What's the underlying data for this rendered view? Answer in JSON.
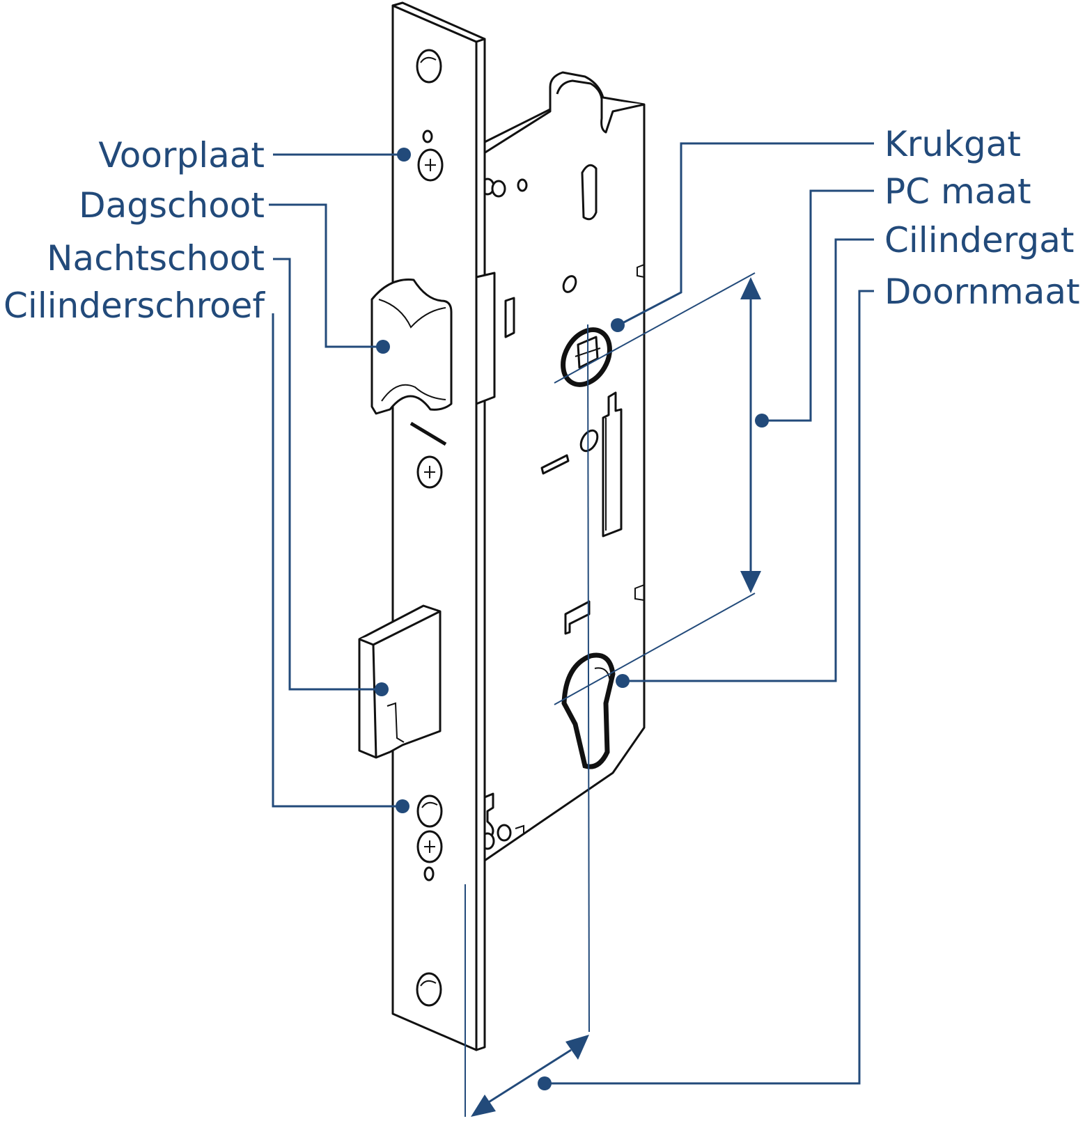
{
  "labels_left": [
    {
      "id": "voorplaat",
      "text": "Voorplaat"
    },
    {
      "id": "dagschoot",
      "text": "Dagschoot"
    },
    {
      "id": "nachtschoot",
      "text": "Nachtschoot"
    },
    {
      "id": "cilinderschroef",
      "text": "Cilinderschroef"
    }
  ],
  "labels_right": [
    {
      "id": "krukgat",
      "text": "Krukgat"
    },
    {
      "id": "pc-maat",
      "text": "PC maat"
    },
    {
      "id": "cilindergat",
      "text": "Cilindergat"
    },
    {
      "id": "doornmaat",
      "text": "Doornmaat"
    }
  ],
  "colors": {
    "accent": "#224a7a",
    "line_art": "#111111",
    "background": "#ffffff"
  }
}
